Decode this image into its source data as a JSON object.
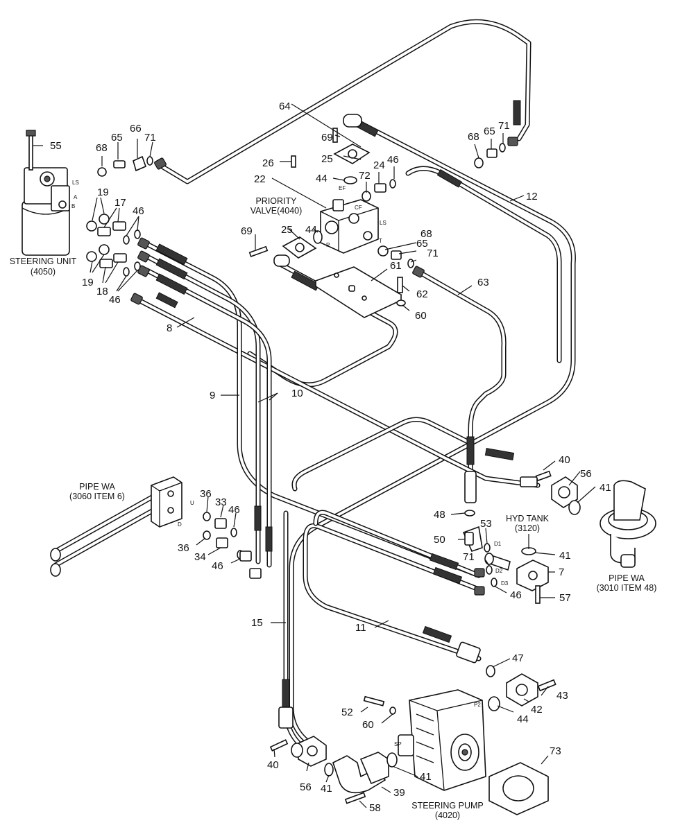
{
  "labels": {
    "steering_unit": [
      "STEERING UNIT",
      "(4050)"
    ],
    "priority_valve": [
      "PRIORITY",
      "VALVE(4040)"
    ],
    "pipe_wa_left": [
      "PIPE WA",
      "(3060 ITEM 6)"
    ],
    "hyd_tank": [
      "HYD TANK",
      "(3120)"
    ],
    "pipe_wa_right": [
      "PIPE WA",
      "(3010 ITEM 48)"
    ],
    "steering_pump": [
      "STEERING PUMP",
      "(4020)"
    ]
  },
  "ports": {
    "ls_unit": "LS",
    "a": "A",
    "b": "B",
    "ef": "EF",
    "cf": "CF",
    "p": "P",
    "t": "T",
    "ls_valve": "LS",
    "u": "U",
    "d": "D",
    "d1": "D1",
    "d2": "D2",
    "d3": "D3",
    "p2": "P2",
    "sp": "SP"
  },
  "callouts": {
    "c55": "55",
    "c68a": "68",
    "c65a": "65",
    "c66": "66",
    "c71a": "71",
    "c64": "64",
    "c69a": "69",
    "c25a": "25",
    "c26": "26",
    "c22": "22",
    "c44a": "44",
    "c24": "24",
    "c46a": "46",
    "c72": "72",
    "c68b": "68",
    "c65b": "65",
    "c71b": "71",
    "c12": "12",
    "c19a": "19",
    "c17": "17",
    "c46b": "46",
    "c19b": "19",
    "c18": "18",
    "c46c": "46",
    "c69b": "69",
    "c25b": "25",
    "c44b": "44",
    "c68c": "68",
    "c65c": "65",
    "c71c": "71",
    "c61": "61",
    "c62": "62",
    "c60a": "60",
    "c63": "63",
    "c8": "8",
    "c9": "9",
    "c10": "10",
    "c40a": "40",
    "c56a": "56",
    "c41a": "41",
    "c36a": "36",
    "c33": "33",
    "c46d": "46",
    "c36b": "36",
    "c34": "34",
    "c46e": "46",
    "c48": "48",
    "c53": "53",
    "c50": "50",
    "c41b": "41",
    "c71d": "71",
    "c7": "7",
    "c46f": "46",
    "c57": "57",
    "c15": "15",
    "c11": "11",
    "c47": "47",
    "c43": "43",
    "c42": "42",
    "c52": "52",
    "c60b": "60",
    "c44c": "44",
    "c73": "73",
    "c40b": "40",
    "c56b": "56",
    "c41c": "41",
    "c41d": "41",
    "c39": "39",
    "c58": "58"
  }
}
